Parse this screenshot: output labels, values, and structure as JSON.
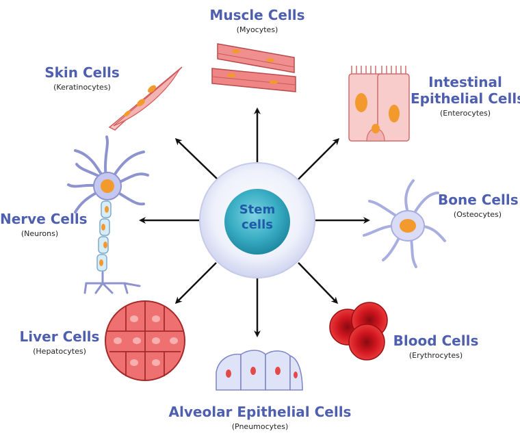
{
  "center": {
    "line1": "Stem",
    "line2": "cells"
  },
  "cells": {
    "muscle": {
      "title": "Muscle Cells",
      "subtitle": "(Myocytes)"
    },
    "skin": {
      "title": "Skin Cells",
      "subtitle": "(Keratinocytes)"
    },
    "intestinal": {
      "title_line1": "Intestinal",
      "title_line2": "Epithelial Cells",
      "subtitle": "(Enterocytes)"
    },
    "bone": {
      "title": "Bone Cells",
      "subtitle": "(Osteocytes)"
    },
    "nerve": {
      "title": "Nerve Cells",
      "subtitle": "(Neurons)"
    },
    "liver": {
      "title": "Liver Cells",
      "subtitle": "(Hepatocytes)"
    },
    "blood": {
      "title": "Blood Cells",
      "subtitle": "(Erythrocytes)"
    },
    "alveolar": {
      "title": "Alveolar Epithelial Cells",
      "subtitle": "(Pneumocytes)"
    }
  },
  "colors": {
    "label_title": "#4d5fae",
    "arrow": "#111111",
    "stem_nucleus": "#3aaec4",
    "muscle": "#e57a7a",
    "blood": "#c8141c",
    "liver": "#e45a5a",
    "nerve": "#b8bde8",
    "nucleus_orange": "#f29a2e"
  }
}
